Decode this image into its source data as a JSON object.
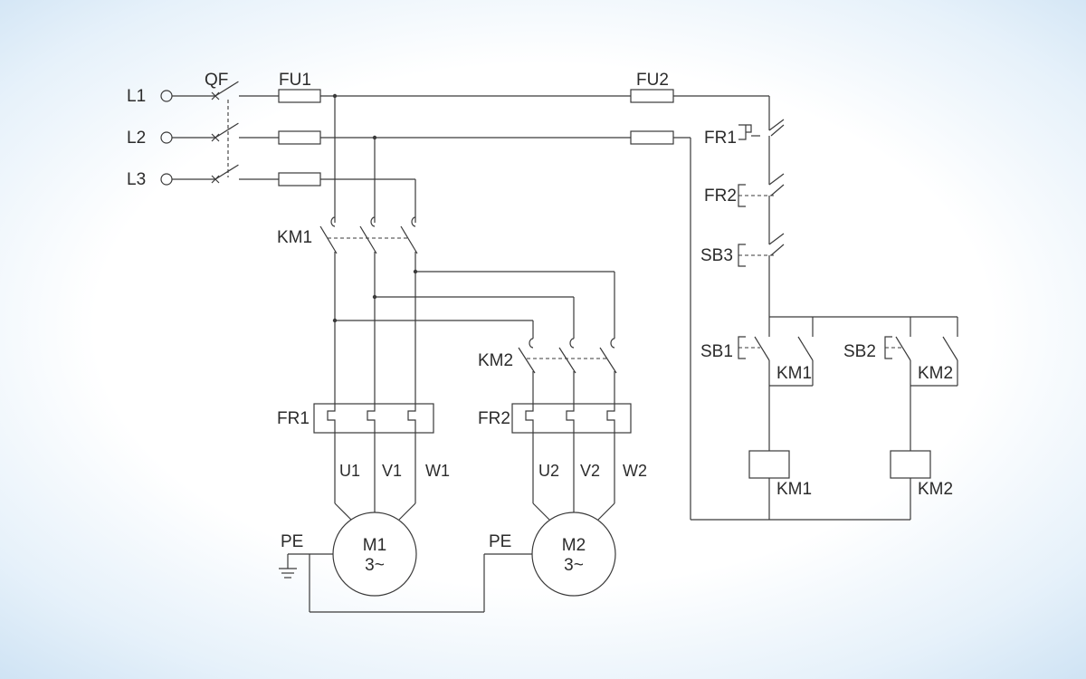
{
  "labels": {
    "line1": "L1",
    "line2": "L2",
    "line3": "L3",
    "breaker": "QF",
    "fuse_main": "FU1",
    "fuse_control": "FU2",
    "contactor1": "KM1",
    "contactor2": "KM2",
    "overload1": "FR1",
    "overload2": "FR2",
    "stop_button": "SB3",
    "start_button1": "SB1",
    "start_button2": "SB2",
    "aux_contact1": "KM1",
    "aux_contact2": "KM2",
    "coil1": "KM1",
    "coil2": "KM2",
    "ctrl_overload1": "FR1",
    "ctrl_overload2": "FR2",
    "motor1_u": "U1",
    "motor1_v": "V1",
    "motor1_w": "W1",
    "motor2_u": "U2",
    "motor2_v": "V2",
    "motor2_w": "W2",
    "motor1_name": "M1",
    "motor1_phase": "3~",
    "motor2_name": "M2",
    "motor2_phase": "3~",
    "pe1": "PE",
    "pe2": "PE"
  }
}
